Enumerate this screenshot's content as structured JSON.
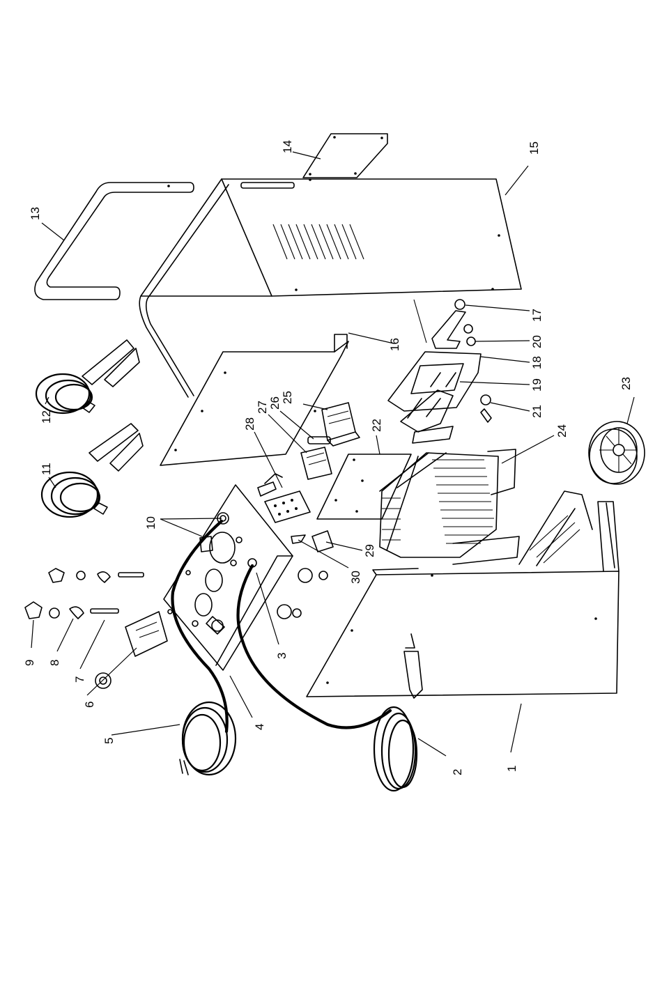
{
  "parts": [
    {
      "id": "1",
      "label": "1"
    },
    {
      "id": "2",
      "label": "2"
    },
    {
      "id": "3",
      "label": "3"
    },
    {
      "id": "4",
      "label": "4"
    },
    {
      "id": "5",
      "label": "5"
    },
    {
      "id": "6",
      "label": "6"
    },
    {
      "id": "7",
      "label": "7"
    },
    {
      "id": "8",
      "label": "8"
    },
    {
      "id": "9",
      "label": "9"
    },
    {
      "id": "10",
      "label": "10"
    },
    {
      "id": "11",
      "label": "11"
    },
    {
      "id": "12",
      "label": "12"
    },
    {
      "id": "13",
      "label": "13"
    },
    {
      "id": "14",
      "label": "14"
    },
    {
      "id": "15",
      "label": "15"
    },
    {
      "id": "16",
      "label": "16"
    },
    {
      "id": "17",
      "label": "17"
    },
    {
      "id": "18",
      "label": "18"
    },
    {
      "id": "19",
      "label": "19"
    },
    {
      "id": "20",
      "label": "20"
    },
    {
      "id": "21",
      "label": "21"
    },
    {
      "id": "22",
      "label": "22"
    },
    {
      "id": "23",
      "label": "23"
    },
    {
      "id": "24",
      "label": "24"
    },
    {
      "id": "25",
      "label": "25"
    },
    {
      "id": "26",
      "label": "26"
    },
    {
      "id": "27",
      "label": "27"
    },
    {
      "id": "28",
      "label": "28"
    },
    {
      "id": "29",
      "label": "29"
    },
    {
      "id": "30",
      "label": "30"
    }
  ]
}
